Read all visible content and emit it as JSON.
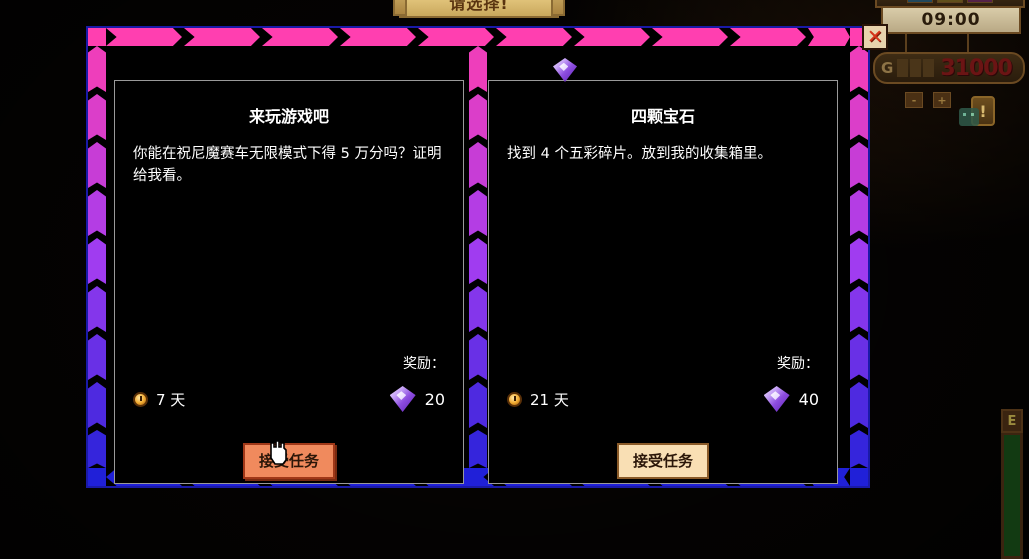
{
  "hud": {
    "banner_text": "请选择!",
    "clock_time": "09:00",
    "gold_glyph": "G",
    "gold_amount": "31000",
    "minus_label": "-",
    "plus_label": "+",
    "alert_label": "!",
    "energy_label": "E",
    "close_label": "✕"
  },
  "dialog": {
    "quests": [
      {
        "title": "来玩游戏吧",
        "description": "你能在祝尼魔赛车无限模式下得 5 万分吗？证明给我看。",
        "reward_label": "奖励：",
        "time_limit": "7 天",
        "reward_amount": "20",
        "accept_label": "接受任务",
        "hovered": true
      },
      {
        "title": "四颗宝石",
        "description": "找到 4 个五彩碎片。放到我的收集箱里。",
        "reward_label": "奖励：",
        "time_limit": "21 天",
        "reward_amount": "40",
        "accept_label": "接受任务",
        "hovered": false
      }
    ]
  },
  "colors": {
    "border_top": "#ff3fb0",
    "border_mid": "#a23cf0",
    "border_bottom": "#2020d8",
    "accept_hover": "#f08a5d",
    "accept_idle": "#f9dfb4",
    "gem_purple": "#8d4de0",
    "gold_red": "#6b1414"
  }
}
